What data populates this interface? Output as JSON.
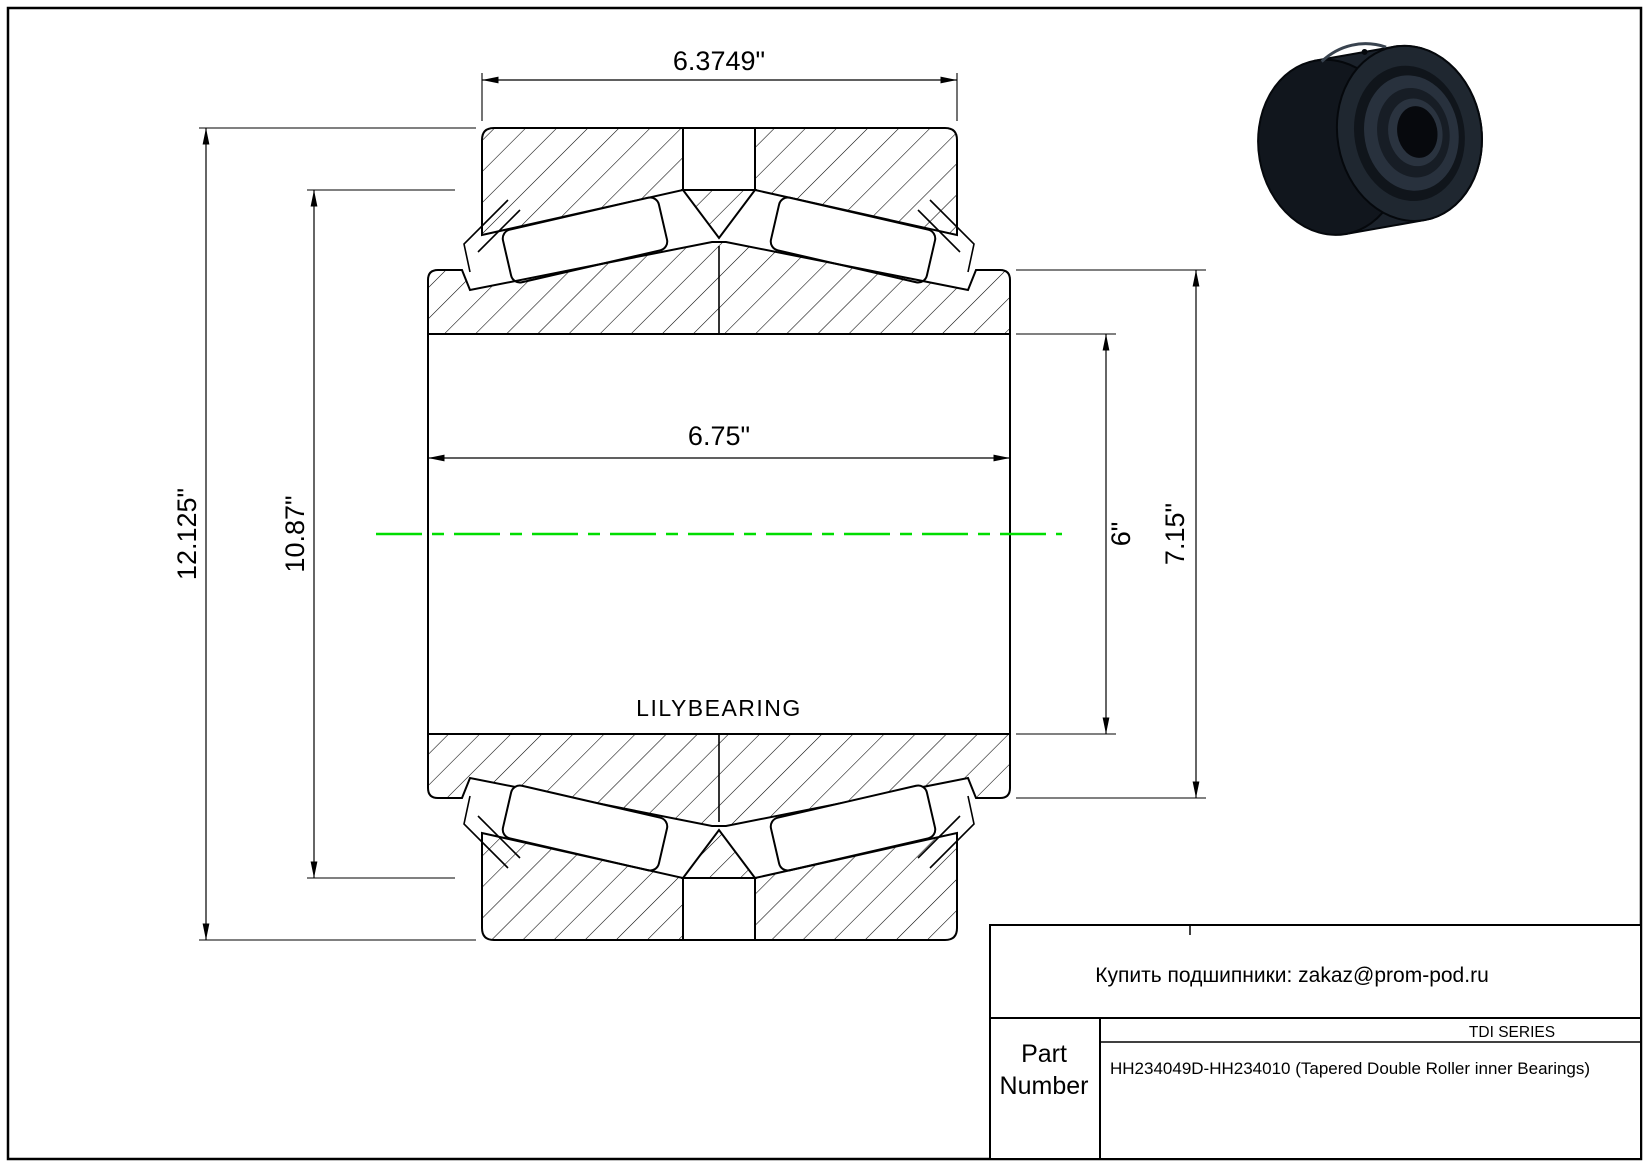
{
  "drawing": {
    "dims": {
      "cup_width": "6.3749\"",
      "cone_width": "6.75\"",
      "outer_diameter": "12.125\"",
      "cage_diameter": "10.87\"",
      "bore_diameter": "6\"",
      "rib_diameter": "7.15\""
    },
    "brand": "LILYBEARING"
  },
  "title_block": {
    "contact": "Купить подшипники: zakaz@prom-pod.ru",
    "series": "TDI SERIES",
    "part_label_1": "Part",
    "part_label_2": "Number",
    "part_value": "HH234049D-HH234010 (Tapered Double Roller inner Bearings)"
  },
  "colors": {
    "centerline": "#00dd00",
    "line": "#000000",
    "background": "#ffffff"
  }
}
